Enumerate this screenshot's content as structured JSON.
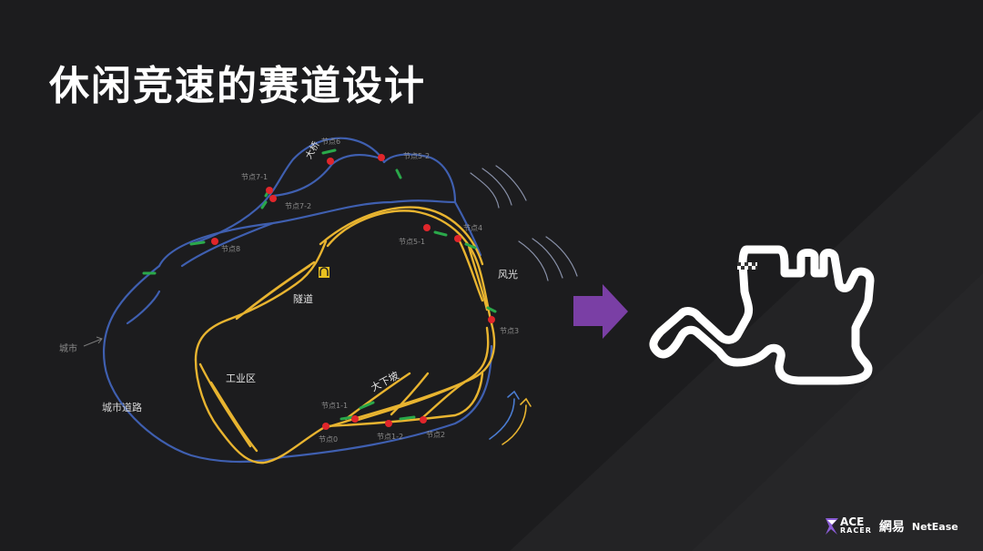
{
  "slide": {
    "title": "休闲竞速的赛道设计"
  },
  "map": {
    "labels": {
      "city": "城市",
      "city_road": "城市道路",
      "industrial": "工业区",
      "tunnel": "隧道",
      "big_downhill": "大下坡",
      "scenery": "风光",
      "bridge": "大桥",
      "node0": "节点0",
      "node1_1": "节点1-1",
      "node1_2": "节点1-2",
      "node2": "节点2",
      "node3": "节点3",
      "node4": "节点4",
      "node5_1": "节点5-1",
      "node5_2": "节点5-2",
      "node6": "节点6",
      "node7_1": "节点7-1",
      "node7_2": "节点7-2",
      "node8": "节点8"
    },
    "colors": {
      "city_road": "#3f5fb0",
      "track": "#e8b430",
      "node": "#e0262b",
      "segment_marker": "#2aa84a",
      "label": "#8a8a8a"
    }
  },
  "arrow": {
    "icon": "right-arrow-icon",
    "color": "#7a3fa5"
  },
  "simplified_track": {
    "icon": "simplified-track-icon",
    "color": "#ffffff"
  },
  "logos": {
    "ace_top": "ACE",
    "ace_bottom": "RACER",
    "netease_cn": "網易",
    "netease_en": "NetEase"
  }
}
